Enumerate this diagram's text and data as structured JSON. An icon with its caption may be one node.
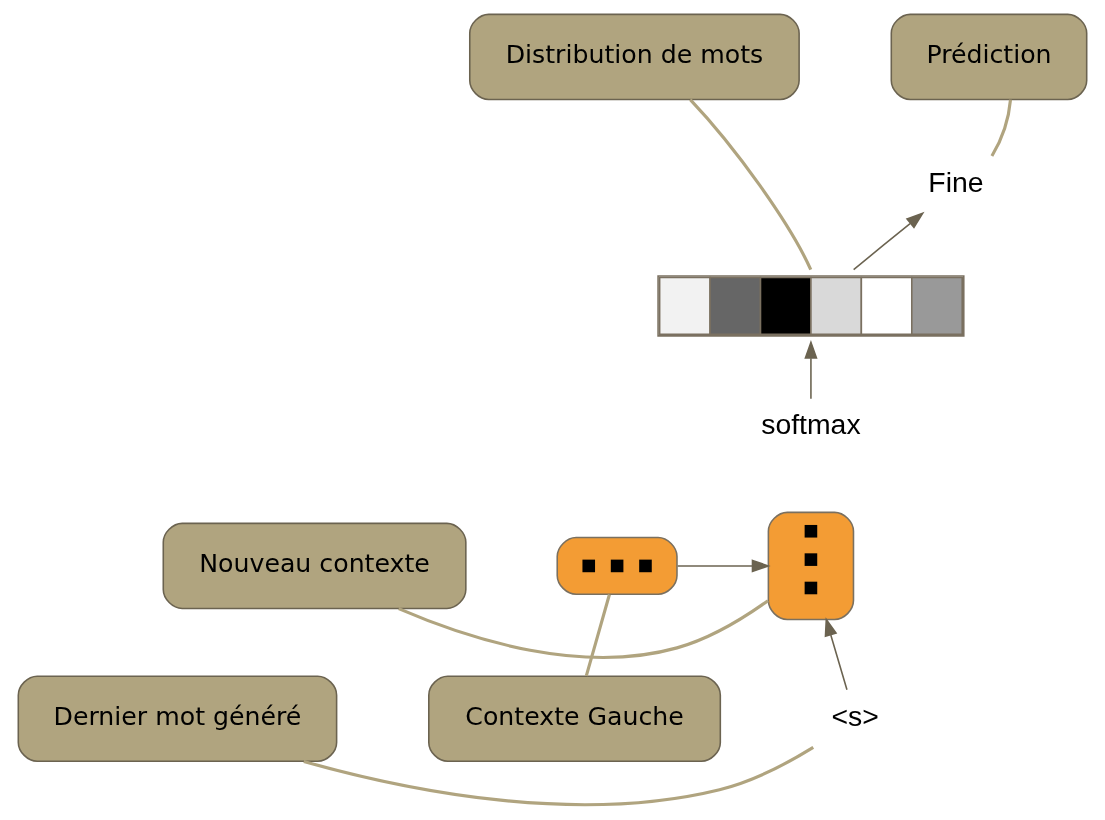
{
  "diagram": {
    "nodes": [
      {
        "text": [
          "Prédiction"
        ]
      },
      {
        "text": [
          "Distribution de mots"
        ]
      },
      {
        "text": [
          "Fine"
        ]
      },
      {
        "text": [],
        "shape": "bar"
      },
      {
        "text": [
          "softmax"
        ]
      },
      {
        "text": [],
        "shape": "box"
      },
      {
        "text": [],
        "shape": "box"
      },
      {
        "text": [
          "Nouveau contexte"
        ]
      },
      {
        "text": [
          "Contexte Gauche"
        ]
      },
      {
        "text": [
          "<s>"
        ]
      },
      {
        "text": [
          "Dernier mot généré"
        ]
      }
    ],
    "edges": [
      {
        "from": 0,
        "to": 2,
        "arrow": "none",
        "color": "#b0a47f"
      },
      {
        "from": 1,
        "to": 3,
        "arrow": "none",
        "color": "#b0a47f"
      },
      {
        "from": 3,
        "to": 2,
        "arrow": "to"
      },
      {
        "from": 4,
        "to": 3,
        "arrow": "to"
      },
      {
        "from": 5,
        "to": 6,
        "arrow": "to"
      },
      {
        "from": 7,
        "to": 6,
        "arrow": "none",
        "color": "#b0a47f"
      },
      {
        "from": 8,
        "to": 5,
        "arrow": "none",
        "color": "#b0a47f"
      },
      {
        "from": 9,
        "to": 6,
        "arrow": "to"
      },
      {
        "from": 10,
        "to": 9,
        "arrow": "none",
        "color": "#b0a47f"
      }
    ]
  }
}
